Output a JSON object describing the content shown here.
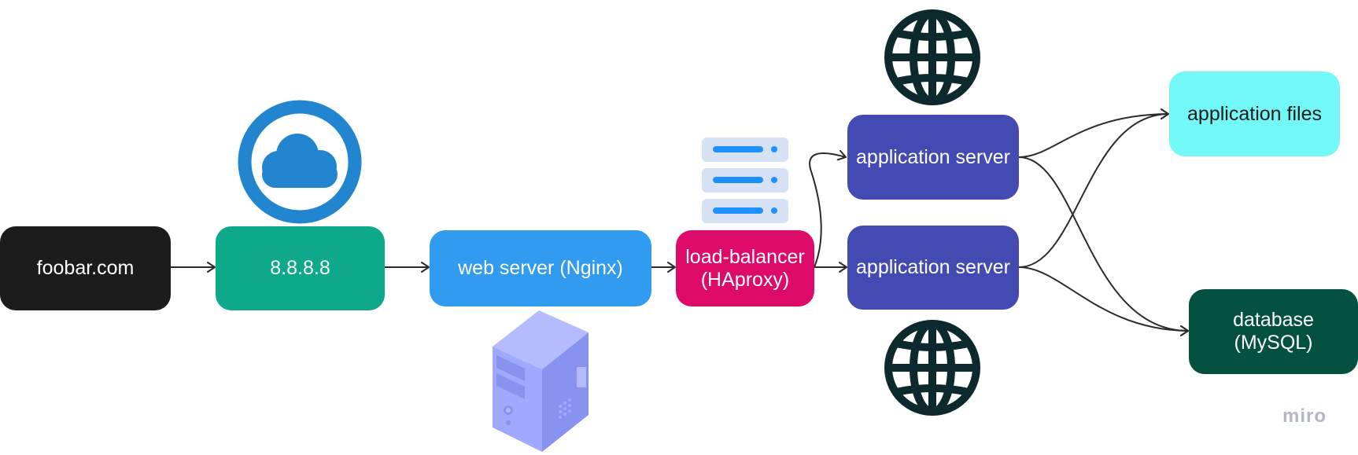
{
  "nodes": {
    "domain": {
      "label": "foobar.com",
      "color": "#1c1c1c",
      "text_color": "#ffffff"
    },
    "dns_ip": {
      "label": "8.8.8.8",
      "color": "#0ea98a",
      "text_color": "#ffffff"
    },
    "web_server": {
      "label": "web server (Nginx)",
      "color": "#309bef",
      "text_color": "#ffffff"
    },
    "load_balancer": {
      "line1": "load-balancer",
      "line2": "(HAproxy)",
      "color": "#de0a6a",
      "text_color": "#ffffff"
    },
    "app_server_1": {
      "label": "application server",
      "color": "#434bb3",
      "text_color": "#ffffff"
    },
    "app_server_2": {
      "label": "application server",
      "color": "#434bb3",
      "text_color": "#ffffff"
    },
    "app_files": {
      "label": "application files",
      "color": "#72f9f7",
      "text_color": "#1a1a1a"
    },
    "database": {
      "line1": "database",
      "line2": "(MySQL)",
      "color": "#05513f",
      "text_color": "#ffffff"
    }
  },
  "icons": {
    "cloud": "cloud-icon",
    "server_rack": "server-rack-icon",
    "computer_tower": "computer-tower-icon",
    "globe_top": "globe-icon",
    "globe_bottom": "globe-icon"
  },
  "colors": {
    "connector": "#2b2b2b",
    "cloud_blue": "#2185d0",
    "globe": "#0c2a2e",
    "rack_bg": "#d6e2f3",
    "rack_led": "#1e90ff",
    "tower_light": "#b4bcff",
    "tower_mid": "#9ea9ff",
    "tower_dark": "#8793ef",
    "watermark": "#b3b6c9"
  },
  "edges": [
    {
      "from": "domain",
      "to": "dns_ip"
    },
    {
      "from": "dns_ip",
      "to": "web_server"
    },
    {
      "from": "web_server",
      "to": "load_balancer"
    },
    {
      "from": "load_balancer",
      "to": "app_server_1"
    },
    {
      "from": "load_balancer",
      "to": "app_server_2"
    },
    {
      "from": "app_server_1",
      "to": "app_files"
    },
    {
      "from": "app_server_1",
      "to": "database"
    },
    {
      "from": "app_server_2",
      "to": "app_files"
    },
    {
      "from": "app_server_2",
      "to": "database"
    }
  ],
  "watermark": "miro"
}
